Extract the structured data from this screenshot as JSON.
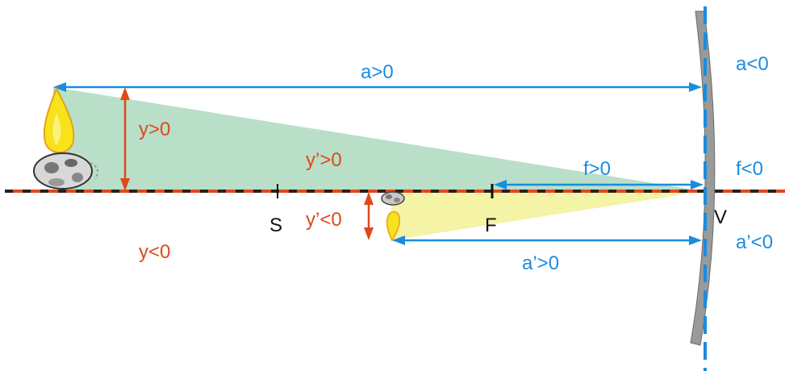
{
  "labels": {
    "a_pos": "a>0",
    "a_neg": "a<0",
    "y_pos": "y>0",
    "y_neg": "y<0",
    "yp_pos": "y’>0",
    "yp_neg": "y’<0",
    "f_pos": "f>0",
    "f_neg": "f<0",
    "ap_pos": "a’>0",
    "ap_neg": "a’<0",
    "S": "S",
    "F": "F",
    "V": "V"
  },
  "colors": {
    "blue": "#1a8ce0",
    "red": "#e0491a",
    "green_cone": "#b9dfc8",
    "yellow_cone": "#f4f3a6",
    "mirror": "#9a9a9a"
  }
}
